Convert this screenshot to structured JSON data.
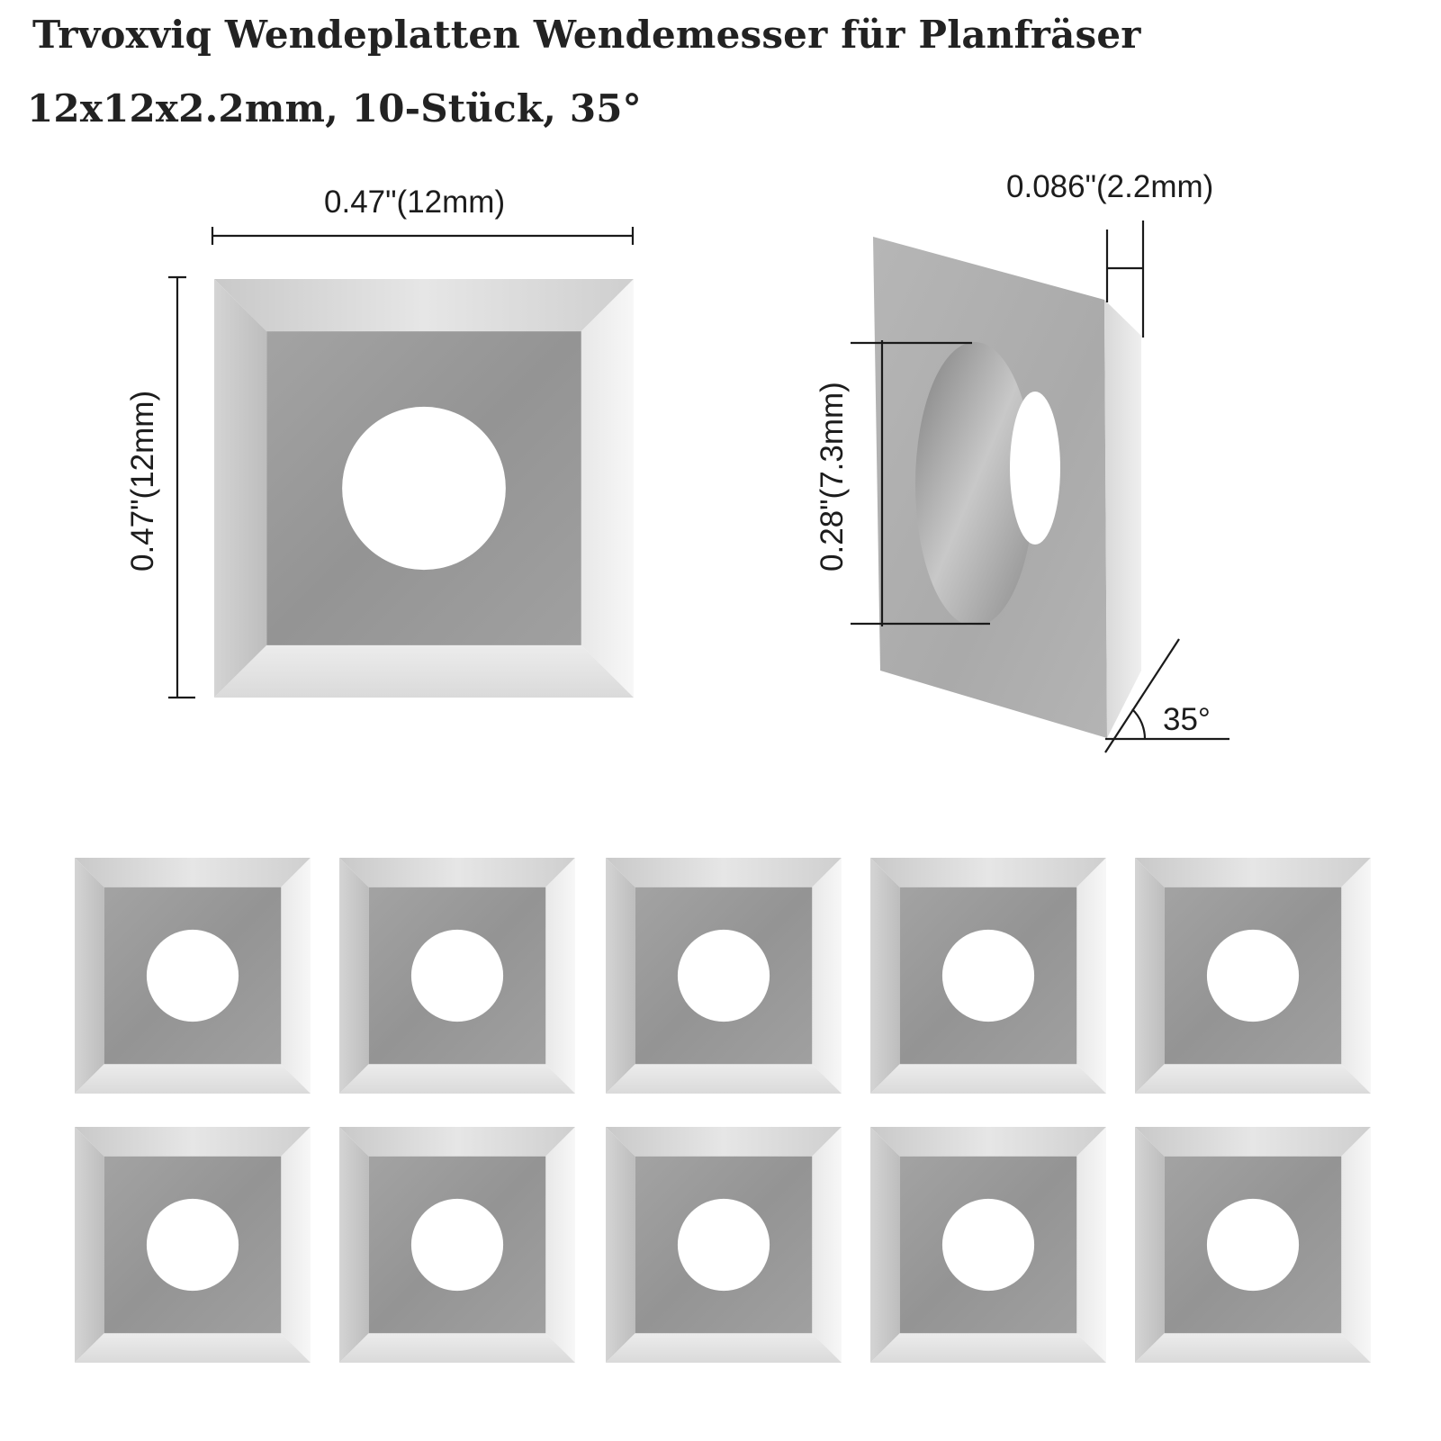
{
  "title": {
    "line1": "Trvoxviq Wendeplatten Wendemesser  für Planfräser",
    "line2": "12x12x2.2mm, 10-Stück, 35°"
  },
  "dimensions": {
    "width": "0.47\"(12mm)",
    "height": "0.47\"(12mm)",
    "thickness": "0.086\"(2.2mm)",
    "hole": "0.28\"(7.3mm)",
    "angle": "35°"
  },
  "colors": {
    "bevel_light": "#e9e9e9",
    "bevel_mid": "#d6d6d6",
    "face": "#9c9c9c",
    "line": "#1a1a1a"
  },
  "grid": {
    "rows": 2,
    "cols": 5,
    "count": 10
  }
}
